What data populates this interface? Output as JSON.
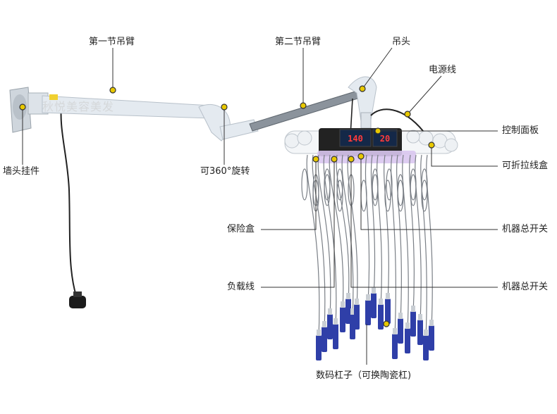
{
  "labels": {
    "arm_first": "第一节吊臂",
    "arm_second": "第二节吊臂",
    "hanger_head": "吊头",
    "power_cord": "电源线",
    "control_panel": "控制面板",
    "foldable_box": "可折拉线盒",
    "fuse_box": "保险盒",
    "main_switch_1": "机器总开关",
    "load_wire": "负载线",
    "main_switch_2": "机器总开关",
    "wall_mount": "墙头挂件",
    "rotate": "可360°旋转",
    "digital_rods": "数码杠子（可换陶瓷杠)"
  },
  "display": {
    "left": "140",
    "right": "20"
  },
  "watermark": "秋悦美容美发",
  "colors": {
    "arm": "#e4eaf0",
    "rod": "#2f3fa8",
    "display_bg": "#142848",
    "display_red": "#ff3b3b",
    "dot": "#e8c800",
    "line": "#333333"
  }
}
